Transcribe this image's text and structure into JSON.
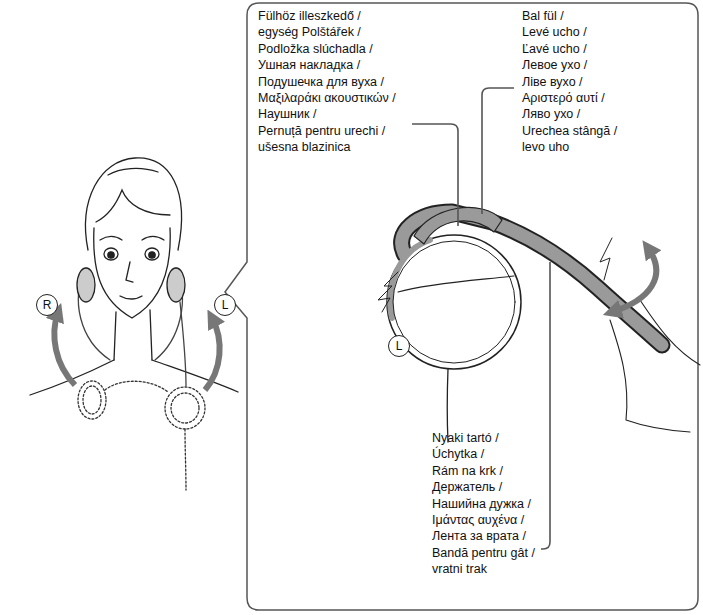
{
  "diagram": {
    "nodes": [
      {
        "text": [
          "Fülhöz illeszkedő / egység Polštářek / Podložka slúchadla / Ушная накладка / Подушечка для вуха / Μαξιλαράκι ακουστικών / Наушник / Pernuță pentru urechi / ušesna blazinica",
          "Bal fül / Levé ucho / Ľavé ucho / Левое ухо / Ліве вухо / Αριστερό αυτί / Ляво ухо / Urechea stângă / levo uho",
          "Nyaki tartó / Úchytka / Rám na krk / Держатель / Нашийна дужка / Ιμάντας αυχένα / Лента за врата / Bandă pentru gât / vratni trak"
        ]
      },
      {
        "text": [
          "R"
        ]
      },
      {
        "text": [
          "L"
        ]
      },
      {
        "text": [
          "L"
        ],
        "in": 0
      }
    ]
  }
}
